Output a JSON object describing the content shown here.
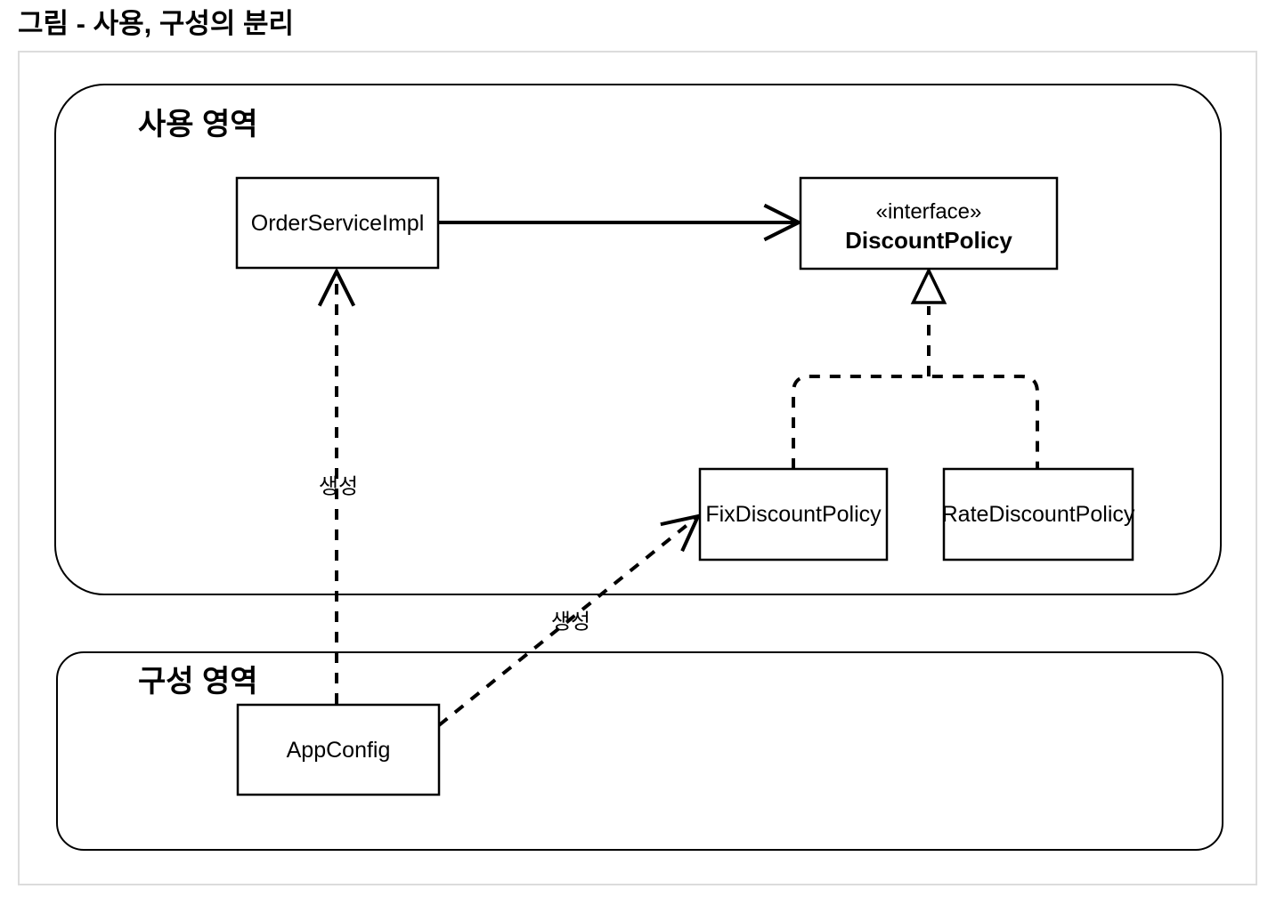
{
  "page": {
    "title": "그림 - 사용, 구성의 분리"
  },
  "diagram": {
    "colors": {
      "stroke": "#000000",
      "frame_border": "#dcdcdc",
      "background": "#ffffff"
    },
    "areas": {
      "use_area": {
        "label": "사용 영역"
      },
      "config_area": {
        "label": "구성 영역"
      }
    },
    "nodes": {
      "order_service_impl": {
        "label": "OrderServiceImpl"
      },
      "discount_policy": {
        "stereotype": "«interface»",
        "label": "DiscountPolicy"
      },
      "fix_discount_policy": {
        "label": "FixDiscountPolicy"
      },
      "rate_discount_policy": {
        "label": "RateDiscountPolicy"
      },
      "app_config": {
        "label": "AppConfig"
      }
    },
    "edges": [
      {
        "from": "OrderServiceImpl",
        "to": "DiscountPolicy",
        "type": "dependency",
        "style": "solid-open-arrow",
        "label": ""
      },
      {
        "from": "FixDiscountPolicy",
        "to": "DiscountPolicy",
        "type": "realization",
        "style": "dashed-hollow-triangle",
        "label": ""
      },
      {
        "from": "RateDiscountPolicy",
        "to": "DiscountPolicy",
        "type": "realization",
        "style": "dashed-hollow-triangle",
        "label": ""
      },
      {
        "from": "AppConfig",
        "to": "OrderServiceImpl",
        "type": "creation",
        "style": "dashed-open-arrow",
        "label": "생성"
      },
      {
        "from": "AppConfig",
        "to": "FixDiscountPolicy",
        "type": "creation",
        "style": "dashed-open-arrow",
        "label": "생성"
      }
    ]
  }
}
